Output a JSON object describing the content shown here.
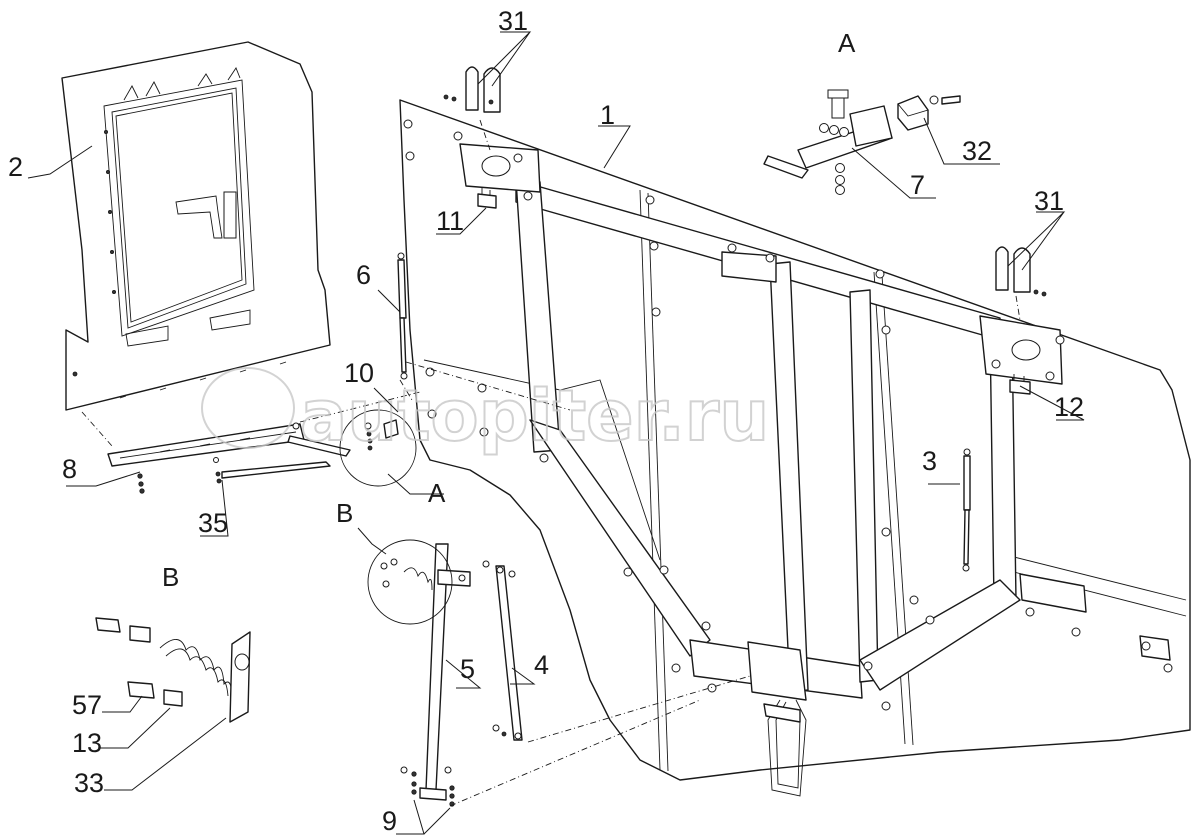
{
  "callouts": {
    "c1": "1",
    "c2": "2",
    "c3": "3",
    "c4": "4",
    "c5": "5",
    "c6": "6",
    "c7": "7",
    "c8": "8",
    "c9": "9",
    "c10": "10",
    "c11": "11",
    "c12": "12",
    "c13": "13",
    "c31a": "31",
    "c31b": "31",
    "c32": "32",
    "c33": "33",
    "c35": "35",
    "c57": "57"
  },
  "view_labels": {
    "view_a_title": "A",
    "view_a_mark": "A",
    "view_b_title": "B",
    "view_b_mark": "B"
  },
  "watermark": "autopiter.ru"
}
